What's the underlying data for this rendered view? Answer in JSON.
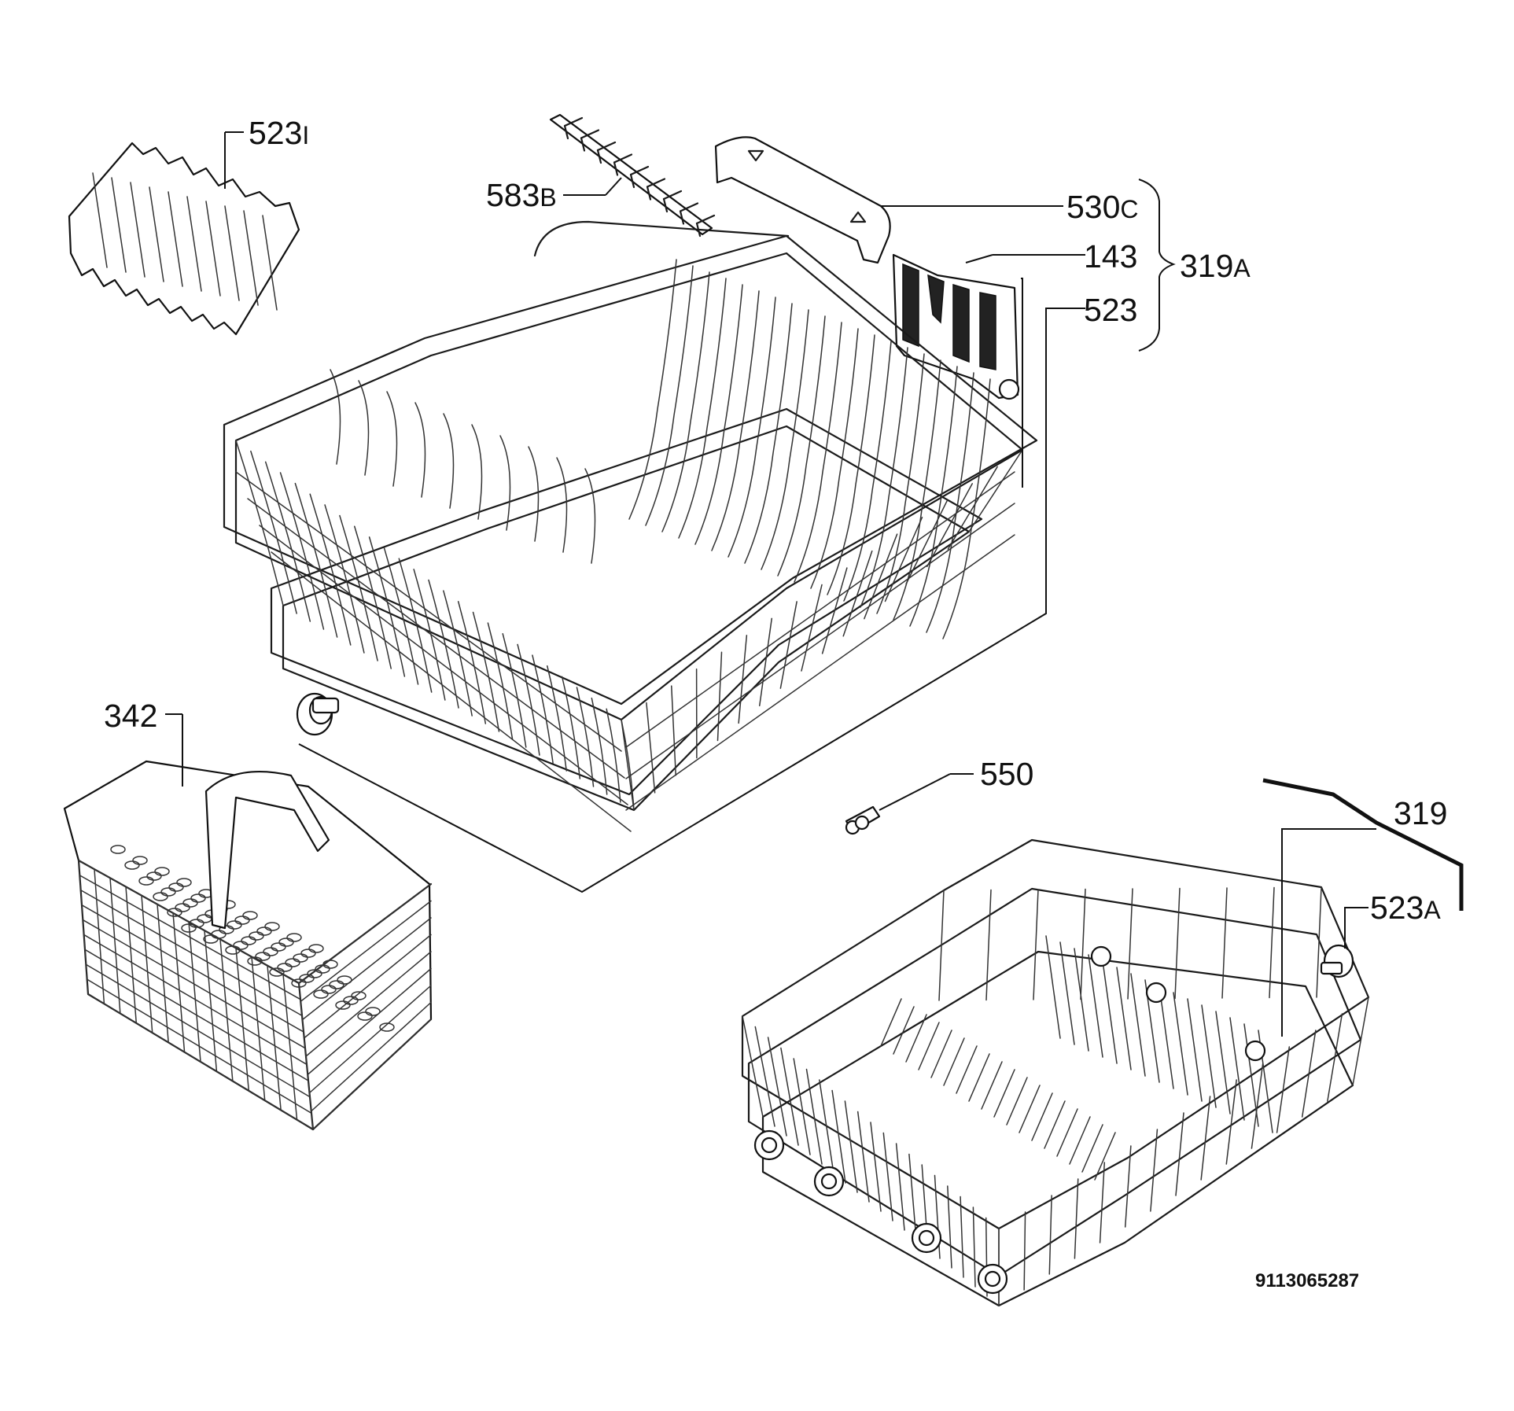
{
  "labels": {
    "p523i": {
      "num": "523",
      "suffix": "I"
    },
    "p583b": {
      "num": "583",
      "suffix": "B"
    },
    "p530c": {
      "num": "530",
      "suffix": "C"
    },
    "p143": {
      "num": "143",
      "suffix": ""
    },
    "p523": {
      "num": "523",
      "suffix": ""
    },
    "p319a": {
      "num": "319",
      "suffix": "A"
    },
    "p342": {
      "num": "342",
      "suffix": ""
    },
    "p550": {
      "num": "550",
      "suffix": ""
    },
    "p319": {
      "num": "319",
      "suffix": ""
    },
    "p523a": {
      "num": "523",
      "suffix": "A"
    }
  },
  "document_id": "9113065287"
}
